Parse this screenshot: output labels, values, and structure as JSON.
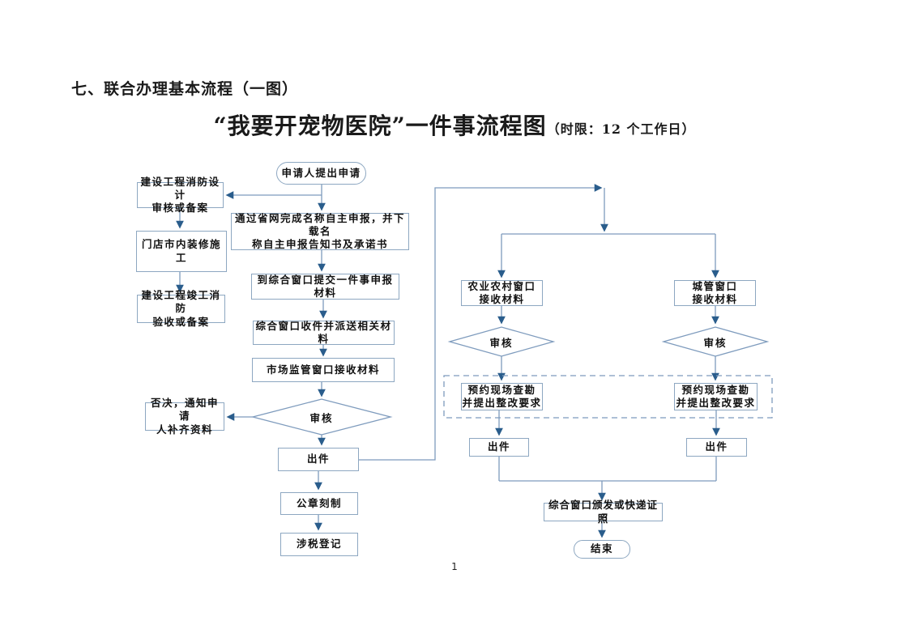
{
  "page": {
    "section_title": "七、联合办理基本流程（一图）",
    "chart_title_main": "“我要开宠物医院”一件事流程图",
    "chart_title_note": "（时限：12 个工作日）",
    "page_number": "1"
  },
  "colors": {
    "line": "#7e9bbd",
    "arrowhead": "#2a5d8c",
    "box_border": "#8da7c1",
    "dashed_border": "#8da7c1",
    "text": "#111111",
    "background": "#ffffff"
  },
  "flowchart": {
    "nodes": {
      "start": "申请人提出申请",
      "fire_design": "建设工程消防设计\n审核或备案",
      "decoration": "门店市内装修施工",
      "fire_acceptance": "建设工程竣工消防\n验收或备案",
      "online_declare": "通过省网完成名称自主申报，并下载名\n称自主申报告知书及承诺书",
      "submit_window": "到综合窗口提交一件事申报材料",
      "window_receive": "综合窗口收件并派送相关材料",
      "market_receive": "市场监管窗口接收材料",
      "review_center": "审核",
      "reject": "否决，通知申请\n人补齐资料",
      "issue_center": "出件",
      "seal": "公章刻制",
      "tax": "涉税登记",
      "agri_receive": "农业农村窗口\n接收材料",
      "city_receive": "城管窗口\n接收材料",
      "review_left": "审核",
      "review_right": "审核",
      "survey_left": "预约现场查勘\n并提出整改要求",
      "survey_right": "预约现场查勘\n并提出整改要求",
      "issue_left": "出件",
      "issue_right": "出件",
      "license": "综合窗口颁发或快递证照",
      "end": "结束"
    },
    "edges": [
      {
        "from": "start",
        "to": "online_declare"
      },
      {
        "from": "start",
        "to": "fire_design"
      },
      {
        "from": "fire_design",
        "to": "decoration"
      },
      {
        "from": "decoration",
        "to": "fire_acceptance"
      },
      {
        "from": "online_declare",
        "to": "submit_window"
      },
      {
        "from": "submit_window",
        "to": "window_receive"
      },
      {
        "from": "window_receive",
        "to": "market_receive"
      },
      {
        "from": "market_receive",
        "to": "review_center"
      },
      {
        "from": "review_center",
        "to": "reject"
      },
      {
        "from": "review_center",
        "to": "issue_center"
      },
      {
        "from": "issue_center",
        "to": "seal"
      },
      {
        "from": "seal",
        "to": "tax"
      },
      {
        "from": "issue_center",
        "to": "agri_receive"
      },
      {
        "from": "issue_center",
        "to": "city_receive"
      },
      {
        "from": "agri_receive",
        "to": "review_left"
      },
      {
        "from": "review_left",
        "to": "survey_left"
      },
      {
        "from": "survey_left",
        "to": "issue_left"
      },
      {
        "from": "issue_left",
        "to": "license"
      },
      {
        "from": "city_receive",
        "to": "review_right"
      },
      {
        "from": "review_right",
        "to": "survey_right"
      },
      {
        "from": "survey_right",
        "to": "issue_right"
      },
      {
        "from": "issue_right",
        "to": "license"
      },
      {
        "from": "license",
        "to": "end"
      }
    ]
  }
}
